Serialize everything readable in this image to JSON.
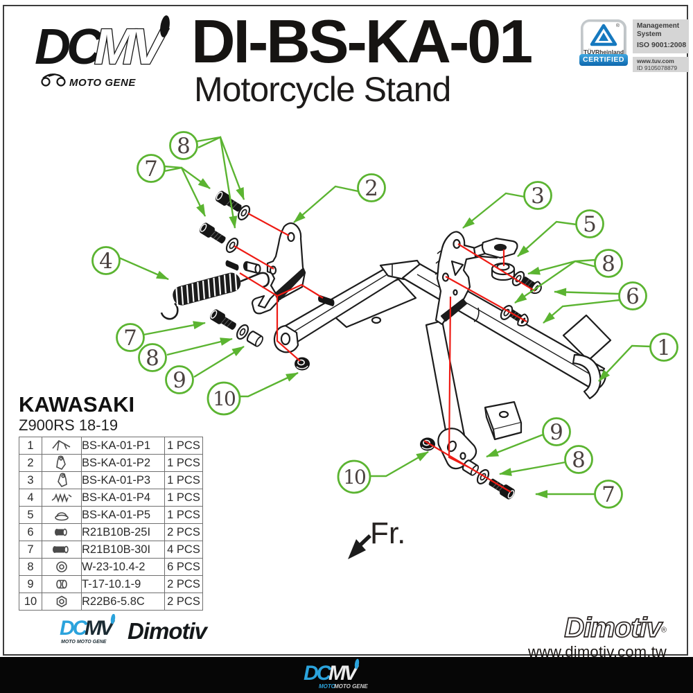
{
  "header": {
    "logo": {
      "mark_solid": "DC",
      "mark_outline": "MV",
      "tagline": "MOTO GENE"
    },
    "title": "DI-BS-KA-01",
    "subtitle": "Motorcycle Stand",
    "certification": {
      "brand": "TÜVRheinland",
      "registered": "®",
      "banner": "CERTIFIED",
      "line1": "Management",
      "line2": "System",
      "line3": "ISO 9001:2008",
      "line4": "www.tuv.com",
      "line5": "ID 9105078879"
    }
  },
  "vehicle": {
    "make": "KAWASAKI",
    "model": "Z900RS 18-19"
  },
  "parts_table": {
    "rows": [
      {
        "num": "1",
        "part": "BS-KA-01-P1",
        "qty": "1 PCS"
      },
      {
        "num": "2",
        "part": "BS-KA-01-P2",
        "qty": "1 PCS"
      },
      {
        "num": "3",
        "part": "BS-KA-01-P3",
        "qty": "1 PCS"
      },
      {
        "num": "4",
        "part": "BS-KA-01-P4",
        "qty": "1 PCS"
      },
      {
        "num": "5",
        "part": "BS-KA-01-P5",
        "qty": "1 PCS"
      },
      {
        "num": "6",
        "part": "R21B10B-25I",
        "qty": "2 PCS"
      },
      {
        "num": "7",
        "part": "R21B10B-30I",
        "qty": "4 PCS"
      },
      {
        "num": "8",
        "part": "W-23-10.4-2",
        "qty": "6 PCS"
      },
      {
        "num": "9",
        "part": "T-17-10.1-9",
        "qty": "2 PCS"
      },
      {
        "num": "10",
        "part": "R22B6-5.8C",
        "qty": "2 PCS"
      }
    ]
  },
  "diagram": {
    "direction_label": "Fr.",
    "colors": {
      "callout_green": "#5bb431",
      "assembly_red": "#ee1b14",
      "line_black": "#1c1c1c"
    },
    "callouts": [
      {
        "label": "8"
      },
      {
        "label": "7"
      },
      {
        "label": "2"
      },
      {
        "label": "3"
      },
      {
        "label": "5"
      },
      {
        "label": "8"
      },
      {
        "label": "6"
      },
      {
        "label": "4"
      },
      {
        "label": "7"
      },
      {
        "label": "8"
      },
      {
        "label": "9"
      },
      {
        "label": "10"
      },
      {
        "label": "1"
      },
      {
        "label": "9"
      },
      {
        "label": "8"
      },
      {
        "label": "7"
      },
      {
        "label": "10"
      }
    ]
  },
  "footer": {
    "left_logo": {
      "mark_solid": "DC",
      "mark_outline": "MV",
      "tagline": "MOTO MOTO GENE",
      "name": "Dimotiv"
    },
    "right_logo": {
      "name": "Dimotiv",
      "registered": "®",
      "website": "www.dimotiv.com.tw"
    },
    "bar_logo": {
      "mark_solid": "DC",
      "mark_outline": "MV",
      "tagline_blue": "MOTO",
      "tagline_rest": " MOTO GENE"
    }
  }
}
